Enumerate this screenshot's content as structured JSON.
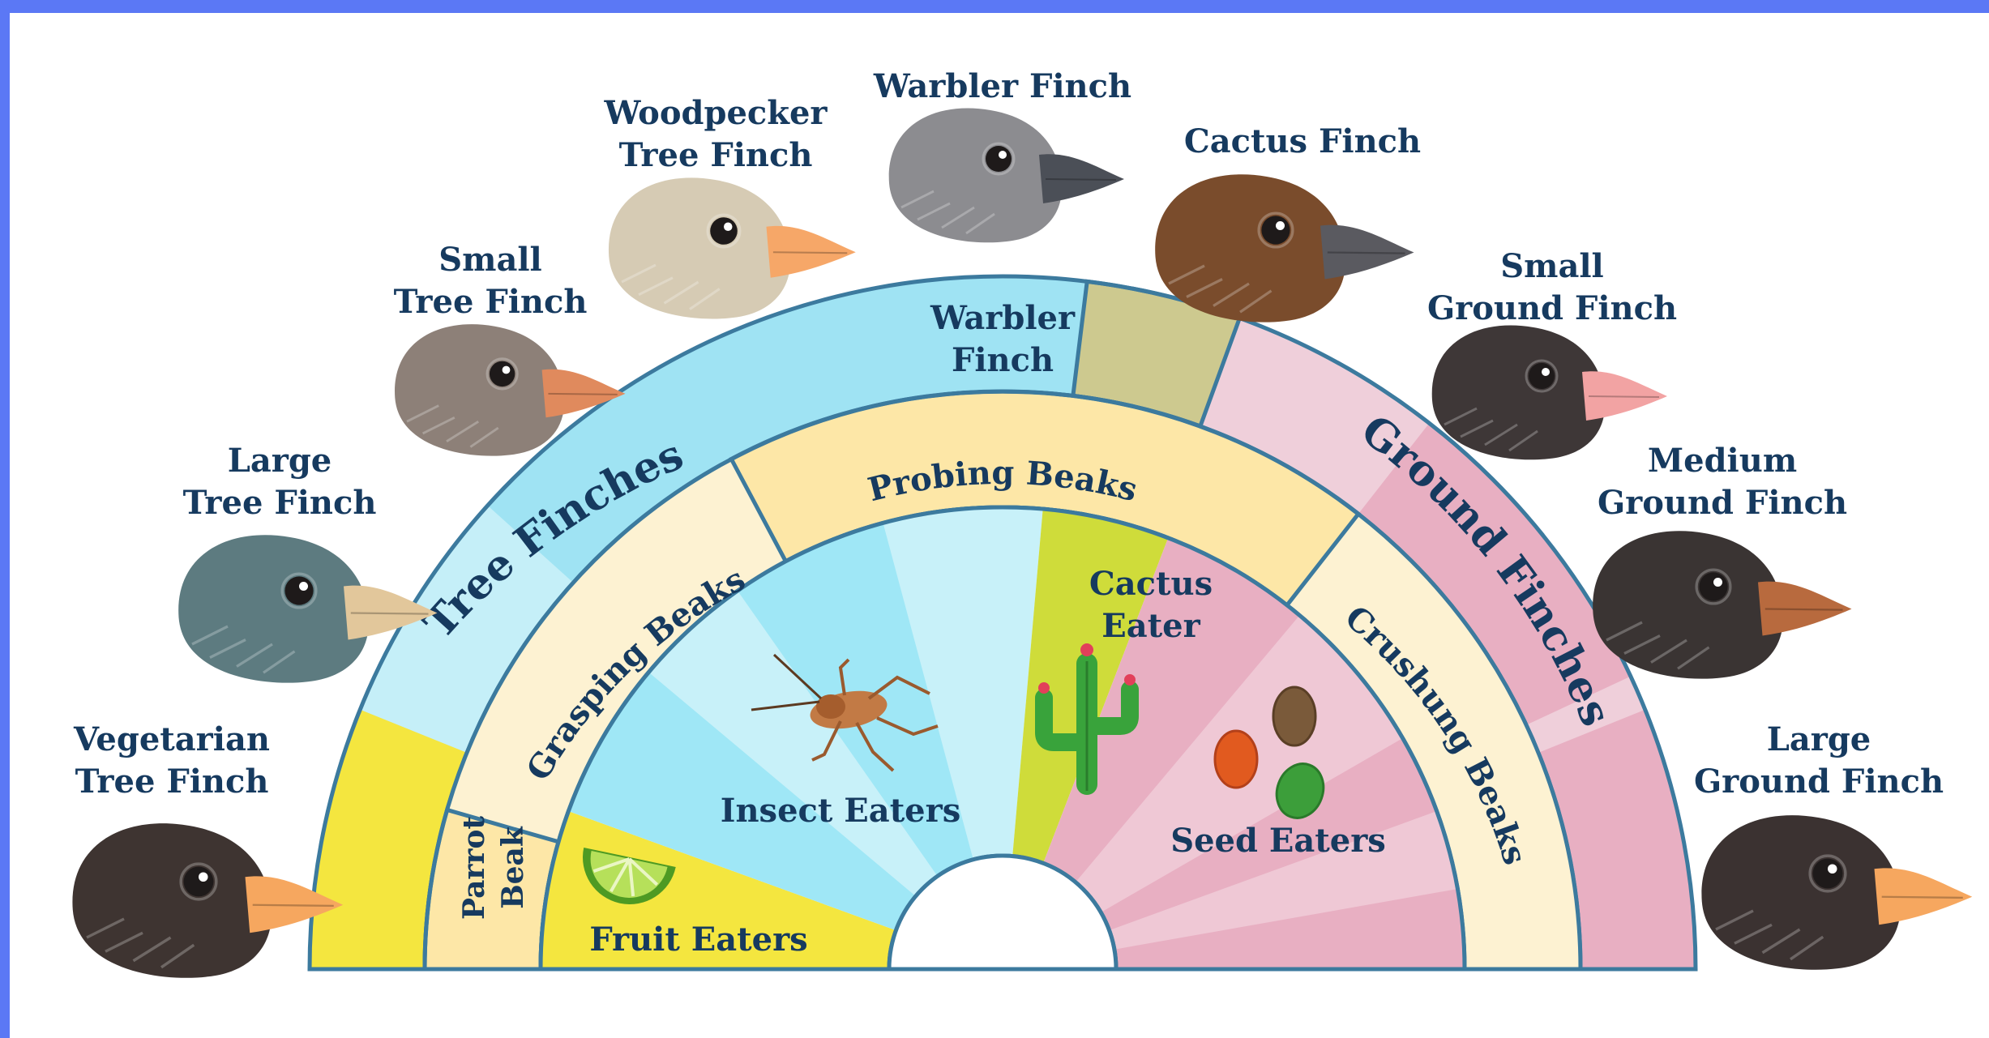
{
  "colors": {
    "frame": "#5b78f5",
    "outline": "#3c7a9e",
    "label": "#163a5f",
    "tree_outer": "#9fe3f3",
    "tree_outer_light": "#c5eff8",
    "warbler_outer": "#cdc98f",
    "ground_outer": "#efcfda",
    "ground_outer_dark": "#e8afc2",
    "veg_yellow": "#f4e63f",
    "mid_cream": "#fdf2d2",
    "probing": "#fde7a7",
    "insect_blue": "#9fe7f6",
    "insect_light": "#c8f1f9",
    "cactus_green": "#cfdc3a",
    "seed_pink": "#e8afc2",
    "seed_light": "#efc8d5",
    "fruit_yellow": "#f4e63f"
  },
  "rings": {
    "tree_finches": "Tree Finches",
    "warbler_line1": "Warbler",
    "warbler_line2": "Finch",
    "ground_finches": "Ground Finches",
    "grasping_beaks": "Grasping Beaks",
    "probing_beaks": "Probing Beaks",
    "crushung_beaks": "Crushung Beaks",
    "parrot_line1": "Parrot",
    "parrot_line2": "Beak"
  },
  "diets": {
    "insect_eaters": "Insect Eaters",
    "fruit_eaters": "Fruit Eaters",
    "cactus_line1": "Cactus",
    "cactus_line2": "Eater",
    "seed_eaters": "Seed Eaters"
  },
  "diet_icons": [
    "cricket-icon",
    "lime-slice-icon",
    "cactus-icon",
    "seeds-icon"
  ],
  "birds": [
    {
      "line1": "Vegetarian",
      "line2": "Tree Finch",
      "plumage": "#3e3431",
      "beak": "#f6a75f"
    },
    {
      "line1": "Large",
      "line2": "Tree Finch",
      "plumage": "#5d7b80",
      "beak": "#e2c79b"
    },
    {
      "line1": "Small",
      "line2": "Tree Finch",
      "plumage": "#8d8078",
      "beak": "#e08a5d"
    },
    {
      "line1": "Woodpecker",
      "line2": "Tree Finch",
      "plumage": "#d6cbb4",
      "beak": "#f6a768"
    },
    {
      "line1": "Warbler Finch",
      "line2": "",
      "plumage": "#8c8c90",
      "beak": "#4b4f57"
    },
    {
      "line1": "Cactus Finch",
      "line2": "",
      "plumage": "#7a4c2c",
      "beak": "#5a5a60"
    },
    {
      "line1": "Small",
      "line2": "Ground Finch",
      "plumage": "#3e3737",
      "beak": "#f2a3a3"
    },
    {
      "line1": "Medium",
      "line2": "Ground Finch",
      "plumage": "#3a3433",
      "beak": "#b86a3e"
    },
    {
      "line1": "Large",
      "line2": "Ground Finch",
      "plumage": "#3b3231",
      "beak": "#f6a75f"
    }
  ]
}
